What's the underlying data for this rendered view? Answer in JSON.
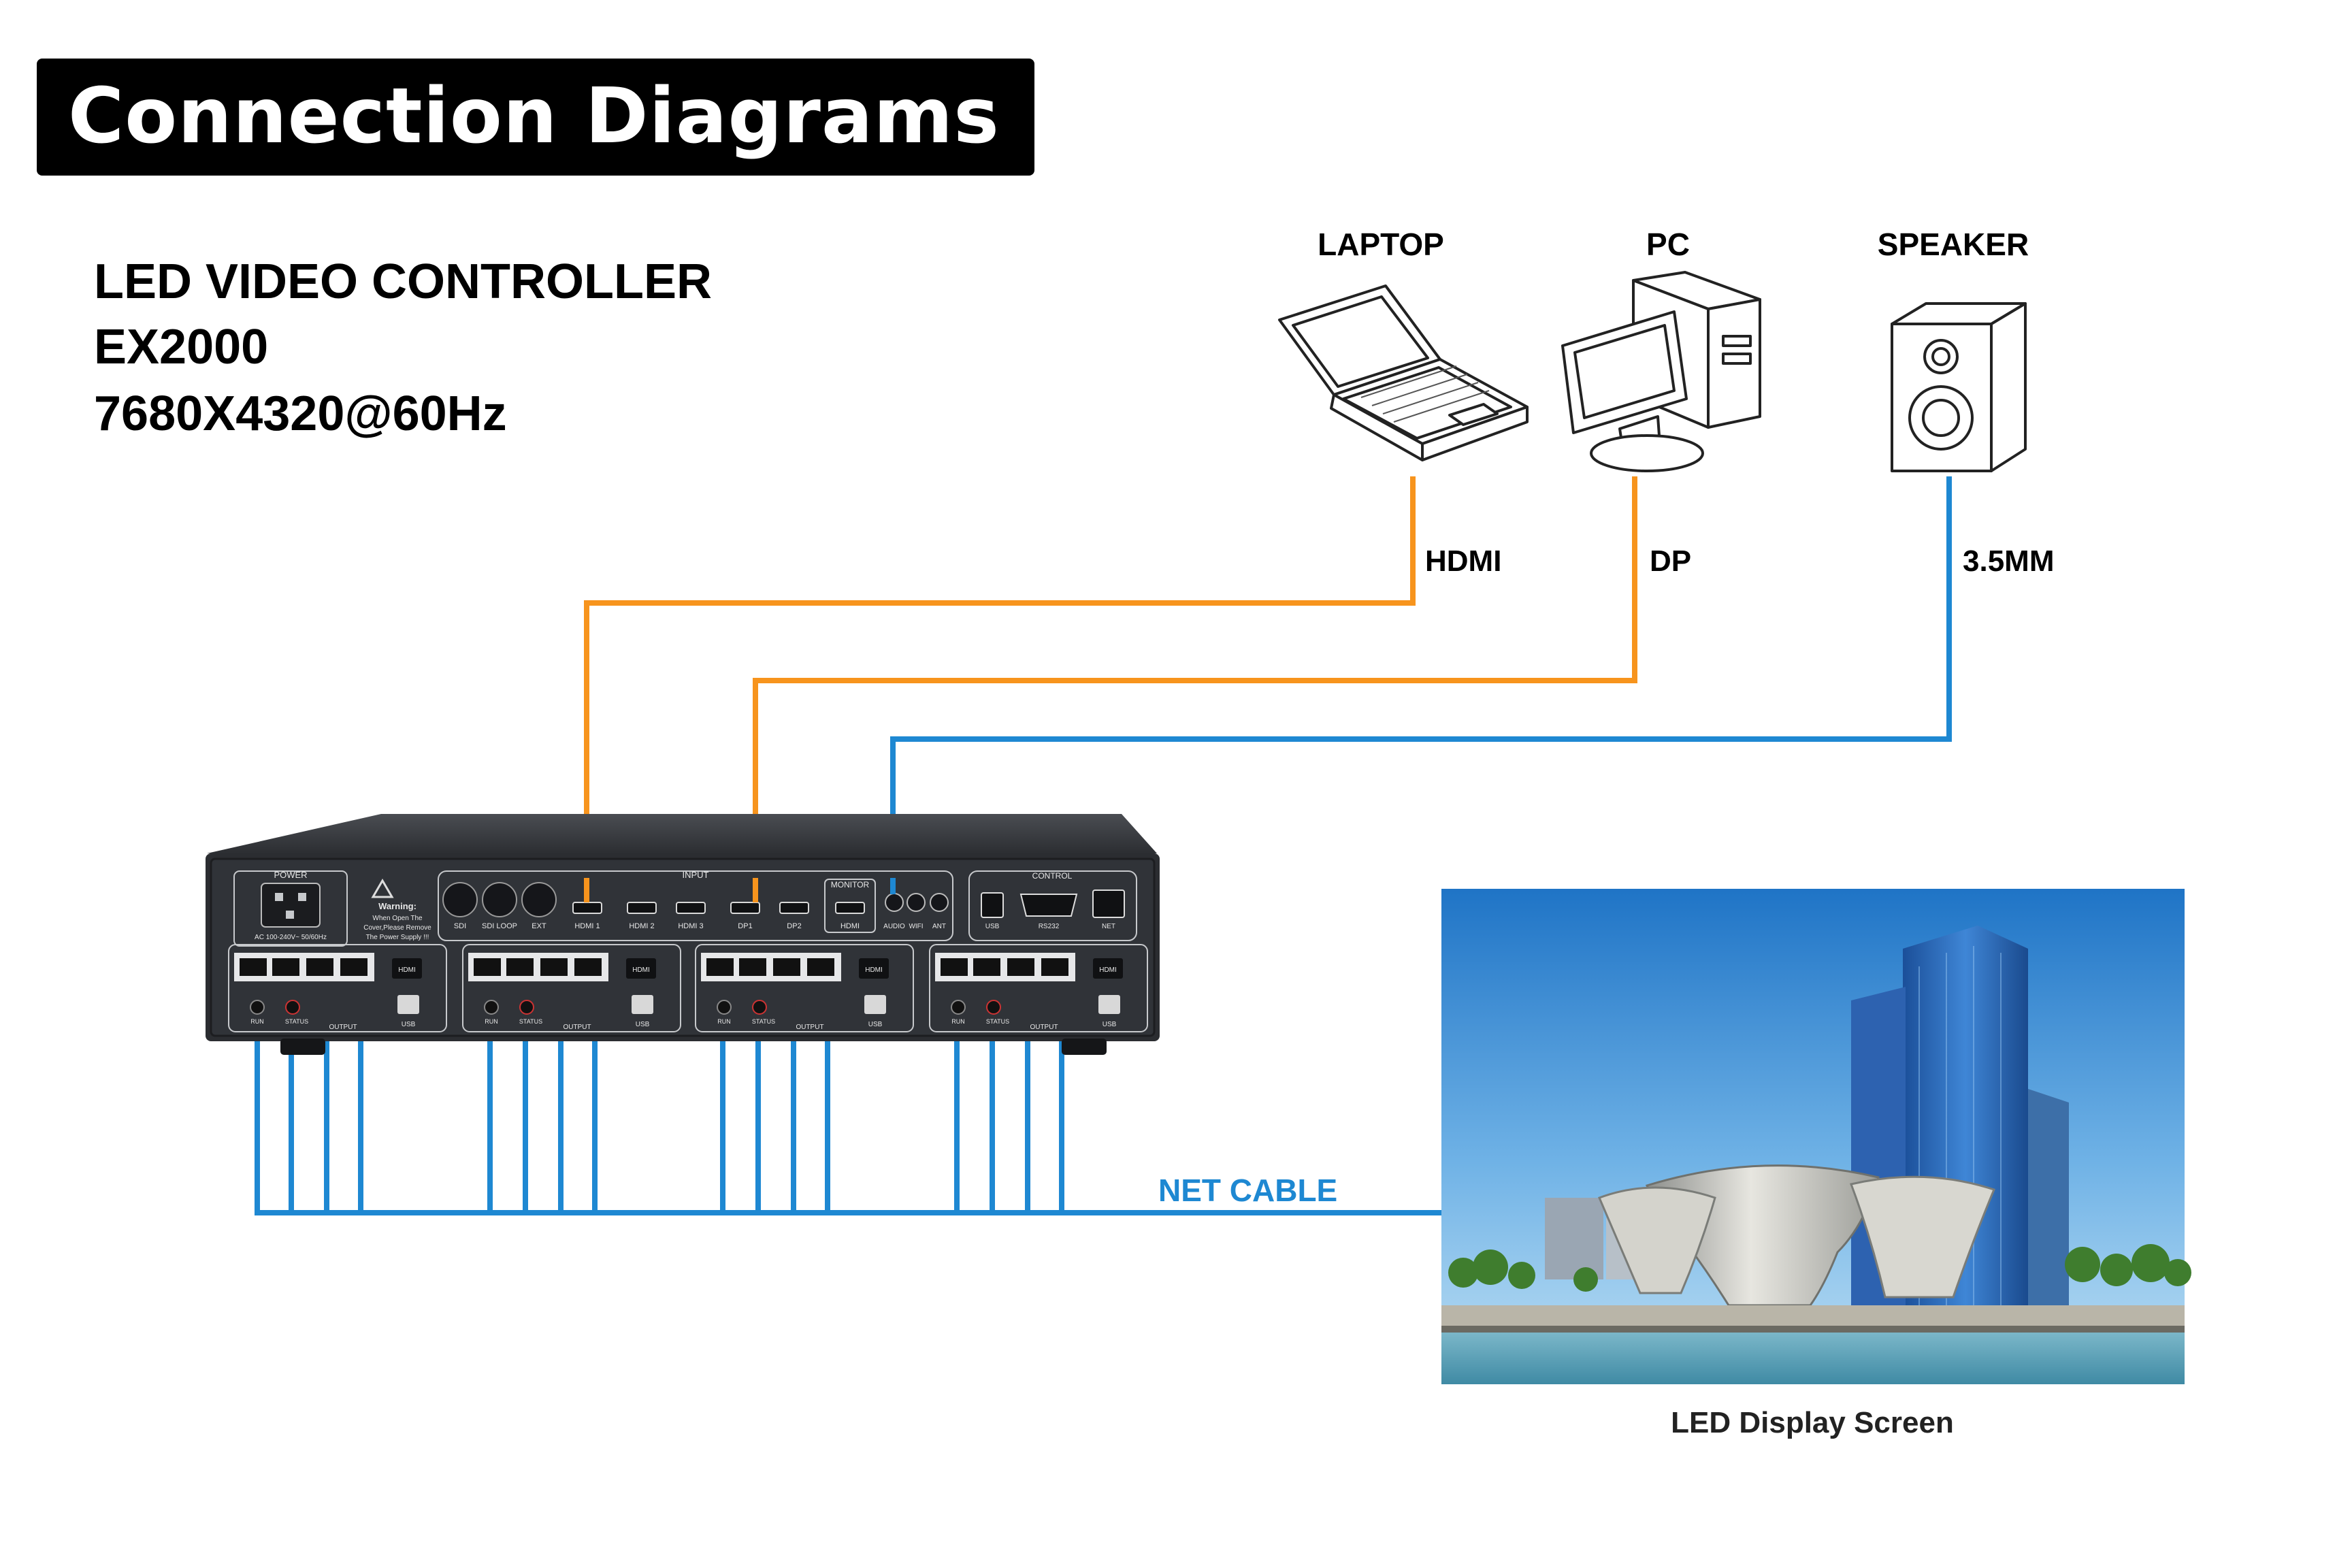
{
  "title": "Connection Diagrams",
  "controller": {
    "line1": "LED VIDEO CONTROLLER",
    "line2": "EX2000",
    "line3": "7680X4320@60Hz"
  },
  "devices": {
    "laptop": "LAPTOP",
    "pc": "PC",
    "speaker": "SPEAKER"
  },
  "cables": {
    "hdmi": "HDMI",
    "dp": "DP",
    "audio": "3.5MM",
    "net": "NET CABLE"
  },
  "panel": {
    "power": "POWER",
    "input": "INPUT",
    "monitor": "MONITOR",
    "control": "CONTROL",
    "warning_title": "Warning:",
    "warning_l1": "When Open The",
    "warning_l2": "Cover,Please Remove",
    "warning_l3": "The Power Supply !!!",
    "ac": "AC 100-240V~ 50/60Hz",
    "sdi": "SDI",
    "sdi_loop": "SDI LOOP",
    "ext": "EXT",
    "hdmi1": "HDMI 1",
    "hdmi2": "HDMI 2",
    "hdmi3": "HDMI 3",
    "dp1": "DP1",
    "dp2": "DP2",
    "mon_hdmi": "HDMI",
    "audio": "AUDIO",
    "wifi": "WIFI",
    "ant": "ANT",
    "usb": "USB",
    "rs232": "RS232",
    "net": "NET",
    "card_hdmi": "HDMI",
    "card_usb": "USB",
    "output": "OUTPUT",
    "run": "RUN",
    "status": "STATUS"
  },
  "screen_caption": "LED Display Screen",
  "colors": {
    "orange_cable": "#f7941d",
    "blue_cable": "#1e88d2",
    "net_label": "#1e88d2",
    "chassis": "#2b2d31"
  }
}
